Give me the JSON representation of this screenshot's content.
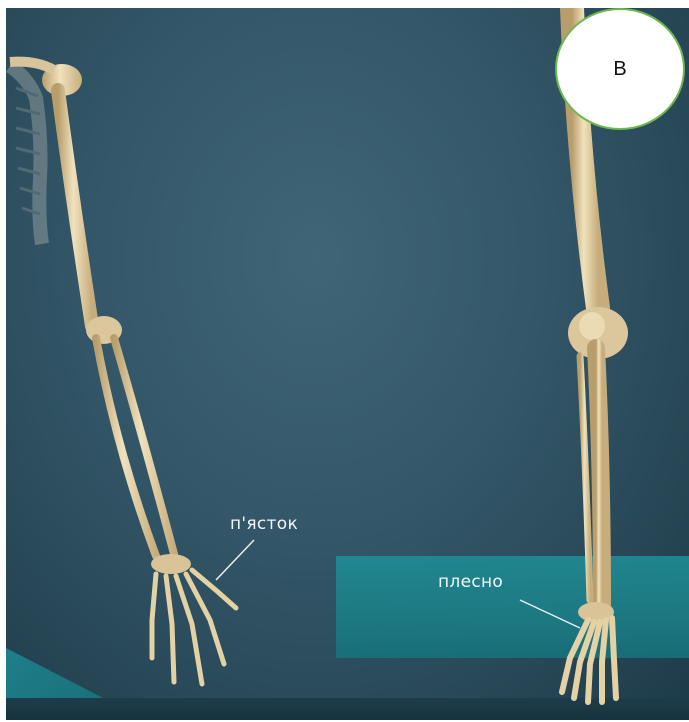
{
  "badge": {
    "letter": "В"
  },
  "labels": {
    "hand": "п'ясток",
    "foot": "плесно"
  },
  "colors": {
    "bone": "#e6d4a8",
    "bone_shadow": "#b99e6c",
    "background": "#34586a",
    "floor": "#1f8c95",
    "badge_border": "#6db84f"
  }
}
